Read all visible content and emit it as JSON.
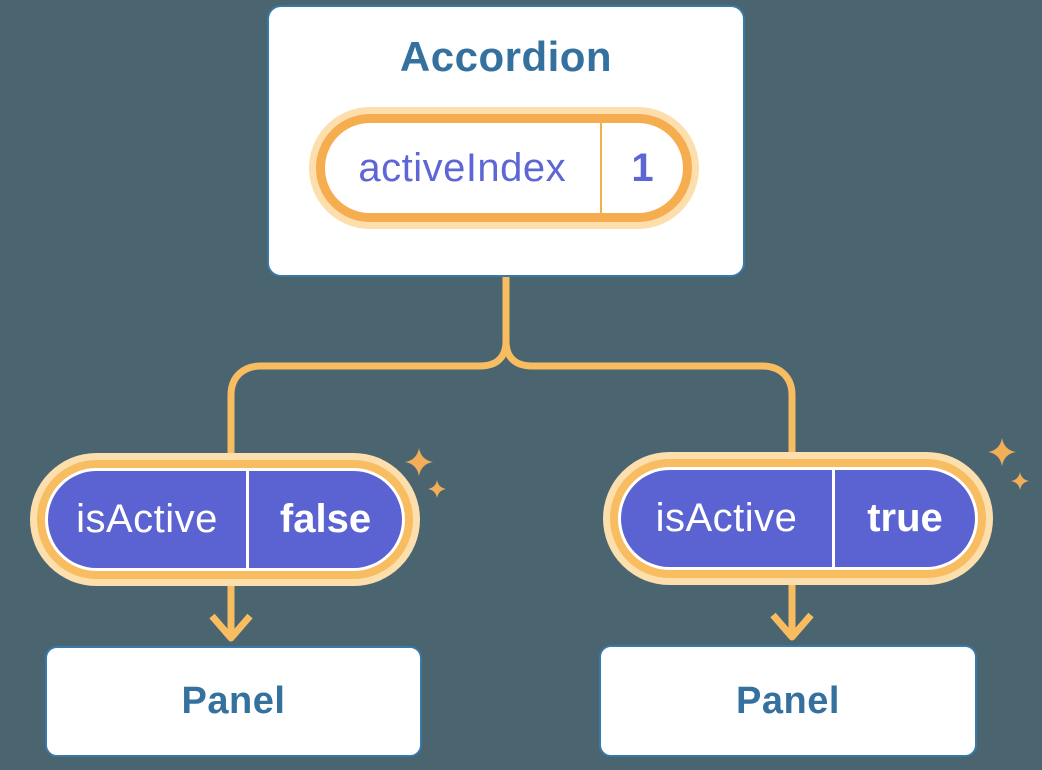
{
  "colors": {
    "background": "#4b6570",
    "card_bg": "#ffffff",
    "card_border": "#3779a8",
    "title_text": "#35719e",
    "pill_ring": "#f6ad4f",
    "pill_ring_glow": "#fcdfad",
    "connector": "#f8bc61",
    "pill_fill_active": "#5b63d3",
    "pill_text_light": "#ffffff",
    "state_text": "#5e66d6",
    "sparkle": "#efae57"
  },
  "root_component": {
    "title": "Accordion",
    "state": {
      "name": "activeIndex",
      "value": "1"
    }
  },
  "children": [
    {
      "prop": {
        "name": "isActive",
        "value": "false"
      },
      "panel_title": "Panel"
    },
    {
      "prop": {
        "name": "isActive",
        "value": "true"
      },
      "panel_title": "Panel"
    }
  ],
  "icons": {
    "sparkle": "four-point twinkle star"
  }
}
